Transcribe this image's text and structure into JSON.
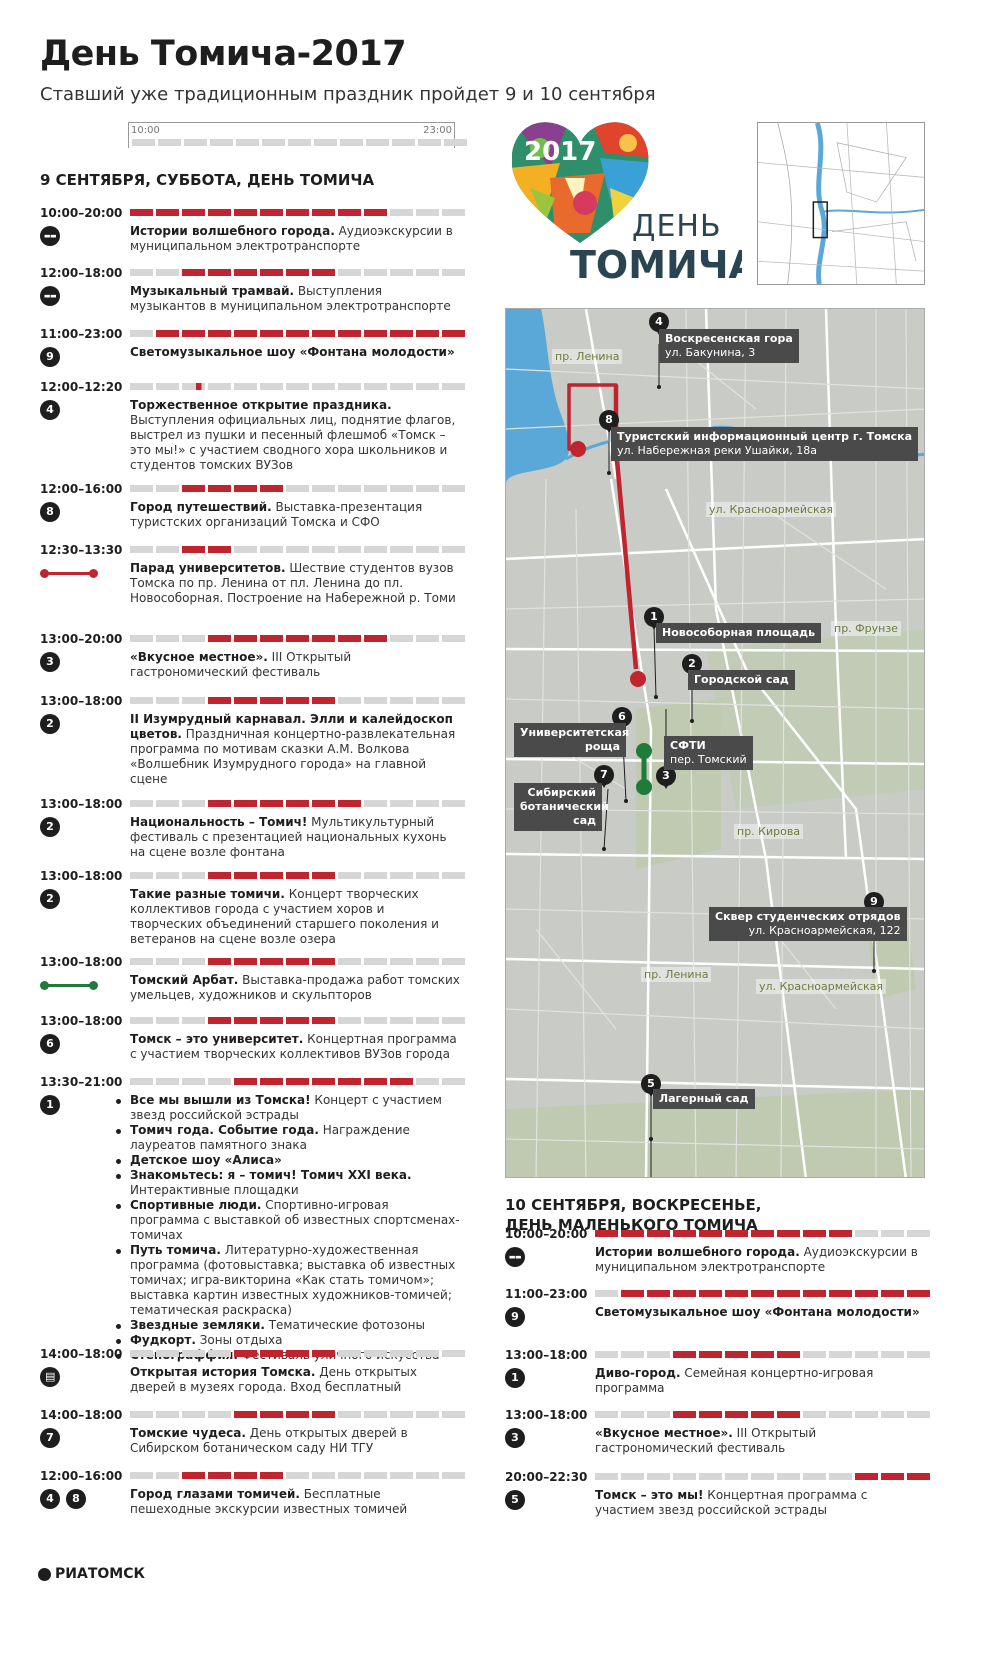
{
  "title": "День Томича-2017",
  "subtitle": "Ставший уже традиционным праздник пройдет 9 и 10 сентября",
  "timescale": {
    "start": "10:00",
    "end": "23:00"
  },
  "colors": {
    "active": "#c0242f",
    "inactive": "#d6d6d6",
    "route_red": "#c0242f",
    "route_green": "#1f7a3c"
  },
  "day1": {
    "title": "9 СЕНТЯБРЯ, СУББОТА, ДЕНЬ ТОМИЧА",
    "events": [
      {
        "time": "10:00–20:00",
        "active": [
          0,
          1,
          2,
          3,
          4,
          5,
          6,
          7,
          8,
          9
        ],
        "icons": [
          {
            "type": "bus",
            "label": "bus-icon"
          }
        ],
        "name": "Истории волшебного города.",
        "text": " Аудиоэкскурсии в муниципальном электротранспорте"
      },
      {
        "time": "12:00–18:00",
        "active": [
          2,
          3,
          4,
          5,
          6,
          7
        ],
        "icons": [
          {
            "type": "bus",
            "label": "bus-icon"
          }
        ],
        "name": "Музыкальный трамвай.",
        "text": " Выступления музыкантов в муниципальном электротранспорте"
      },
      {
        "time": "11:00–23:00",
        "active": [
          1,
          2,
          3,
          4,
          5,
          6,
          7,
          8,
          9,
          10,
          11,
          12
        ],
        "icons": [
          {
            "type": "num",
            "label": "9"
          }
        ],
        "name": "Светомузыкальное шоу «Фонтана молодости»",
        "text": ""
      },
      {
        "time": "12:00–12:20",
        "active": [
          2
        ],
        "partial": true,
        "icons": [
          {
            "type": "num",
            "label": "4"
          }
        ],
        "name": "Торжественное открытие праздника.",
        "text": " Выступления официальных лиц, поднятие флагов, выстрел из пушки и песенный флешмоб «Томск – это мы!» с участием сводного хора школьников и студентов томских ВУЗов"
      },
      {
        "time": "12:00–16:00",
        "active": [
          2,
          3,
          4,
          5
        ],
        "icons": [
          {
            "type": "num",
            "label": "8"
          }
        ],
        "name": "Город путешествий.",
        "text": " Выставка-презентация туристских организаций Томска и СФО"
      },
      {
        "time": "12:30–13:30",
        "active": [
          2,
          3
        ],
        "partial": true,
        "icons": [
          {
            "type": "route",
            "color": "red",
            "label": "red-route-icon"
          }
        ],
        "name": "Парад университетов.",
        "text": " Шествие студентов вузов Томска по пр. Ленина от пл. Ленина до пл. Новособорная. Построение на Набережной р. Томи"
      },
      {
        "time": "13:00–20:00",
        "active": [
          3,
          4,
          5,
          6,
          7,
          8,
          9
        ],
        "icons": [
          {
            "type": "num",
            "label": "3"
          }
        ],
        "name": "«Вкусное местное».",
        "text": " III Открытый гастрономический фестиваль"
      },
      {
        "time": "13:00–18:00",
        "active": [
          3,
          4,
          5,
          6,
          7
        ],
        "icons": [
          {
            "type": "num",
            "label": "2"
          }
        ],
        "name": "II Изумрудный карнавал. Элли и калейдоскоп цветов.",
        "text": " Праздничная концертно-развлекательная программа по мотивам сказки А.М. Волкова «Волшебник Изумрудного города» на главной сцене"
      },
      {
        "time": "13:00–18:00",
        "active": [
          3,
          4,
          5,
          6,
          7,
          8
        ],
        "icons": [
          {
            "type": "num",
            "label": "2"
          }
        ],
        "name": "Национальность – Томич!",
        "text": " Мультикультурный фестиваль с презентацией национальных кухонь на сцене возле фонтана"
      },
      {
        "time": "13:00–18:00",
        "active": [
          3,
          4,
          5,
          6,
          7
        ],
        "icons": [
          {
            "type": "num",
            "label": "2"
          }
        ],
        "name": "Такие разные томичи.",
        "text": " Концерт творческих коллективов города с участием хоров и творческих объединений старшего поколения и ветеранов на сцене возле озера"
      },
      {
        "time": "13:00–18:00",
        "active": [
          3,
          4,
          5,
          6,
          7
        ],
        "icons": [
          {
            "type": "route",
            "color": "green",
            "label": "green-route-icon"
          }
        ],
        "name": "Томский Арбат.",
        "text": " Выставка-продажа работ томских умельцев, художников и скульпторов"
      },
      {
        "time": "13:00–18:00",
        "active": [
          3,
          4,
          5,
          6,
          7
        ],
        "icons": [
          {
            "type": "num",
            "label": "6"
          }
        ],
        "name": "Томск – это университет.",
        "text": " Концертная программа с участием творческих коллективов ВУЗов города"
      },
      {
        "time": "13:30–21:00",
        "active": [
          4,
          5,
          6,
          7,
          8,
          9,
          10
        ],
        "icons": [
          {
            "type": "num",
            "label": "1"
          }
        ],
        "list": [
          {
            "name": "Все мы вышли из Томска!",
            "text": " Концерт с участием звезд российской эстрады"
          },
          {
            "name": "Томич года. Событие года.",
            "text": " Награждение лауреатов памятного знака"
          },
          {
            "name": "Детское шоу «Алиса»",
            "text": ""
          },
          {
            "name": "Знакомьтесь: я – томич! Томич XXI века.",
            "text": " Интерактивные площадки"
          },
          {
            "name": "Спортивные люди.",
            "text": " Спортивно-игровая программа с выставкой об известных спортсменах-томичах"
          },
          {
            "name": "Путь томича.",
            "text": " Литературно-художественная программа (фотовыставка; выставка об известных томичах; игра-викторина «Как стать томичом»; выставка картин известных художников-томичей; тематическая раскраска)"
          },
          {
            "name": "Звездные земляки.",
            "text": " Тематические фотозоны"
          },
          {
            "name": "Фудкорт.",
            "text": " Зоны отдыха"
          },
          {
            "name": "Стенограффия.",
            "text": " Фестиваль уличного искусства"
          }
        ]
      },
      {
        "time": "14:00–18:00",
        "active": [
          4,
          5,
          6,
          7
        ],
        "icons": [
          {
            "type": "museum",
            "label": "museum-icon"
          }
        ],
        "name": "Открытая история Томска.",
        "text": " День открытых дверей в музеях города. Вход бесплатный"
      },
      {
        "time": "14:00–18:00",
        "active": [
          4,
          5,
          6,
          7
        ],
        "icons": [
          {
            "type": "num",
            "label": "7"
          }
        ],
        "name": "Томские чудеса.",
        "text": " День открытых дверей в Сибирском ботаническом саду НИ ТГУ"
      },
      {
        "time": "12:00–16:00",
        "active": [
          2,
          3,
          4,
          5
        ],
        "icons": [
          {
            "type": "num",
            "label": "4"
          },
          {
            "type": "num",
            "label": "8"
          }
        ],
        "name": "Город глазами томичей.",
        "text": " Бесплатные пешеходные экскурсии известных томичей"
      }
    ]
  },
  "day2": {
    "title_line1": "10 СЕНТЯБРЯ, ВОСКРЕСЕНЬЕ,",
    "title_line2": "ДЕНЬ МАЛЕНЬКОГО ТОМИЧА",
    "events": [
      {
        "time": "10:00–20:00",
        "active": [
          0,
          1,
          2,
          3,
          4,
          5,
          6,
          7,
          8,
          9
        ],
        "icons": [
          {
            "type": "bus",
            "label": "bus-icon"
          }
        ],
        "name": "Истории волшебного города.",
        "text": " Аудиоэкскурсии в муниципальном электротранспорте"
      },
      {
        "time": "11:00–23:00",
        "active": [
          1,
          2,
          3,
          4,
          5,
          6,
          7,
          8,
          9,
          10,
          11,
          12
        ],
        "icons": [
          {
            "type": "num",
            "label": "9"
          }
        ],
        "name": "Светомузыкальное шоу «Фонтана молодости»",
        "text": ""
      },
      {
        "time": "13:00–18:00",
        "active": [
          3,
          4,
          5,
          6,
          7
        ],
        "icons": [
          {
            "type": "num",
            "label": "1"
          }
        ],
        "name": "Диво-город.",
        "text": " Семейная концертно-игровая программа"
      },
      {
        "time": "13:00–18:00",
        "active": [
          3,
          4,
          5,
          6,
          7
        ],
        "icons": [
          {
            "type": "num",
            "label": "3"
          }
        ],
        "name": "«Вкусное местное».",
        "text": " III Открытый гастрономический фестиваль"
      },
      {
        "time": "20:00–22:30",
        "active": [
          10,
          11,
          12
        ],
        "icons": [
          {
            "type": "num",
            "label": "5"
          }
        ],
        "name": "Томск – это мы!",
        "text": " Концертная программа с участием звезд российской эстрады"
      }
    ]
  },
  "logo": {
    "year": "2017",
    "word1": "ДЕНЬ",
    "word2": "ТОМИЧА"
  },
  "map": {
    "places": [
      {
        "num": "4",
        "name": "Воскресенская гора",
        "address": "ул. Бакунина, 3"
      },
      {
        "num": "8",
        "name": "Туристский информационный центр г. Томска",
        "address": "ул. Набережная реки Ушайки, 18а"
      },
      {
        "num": "1",
        "name": "Новособорная площадь",
        "address": ""
      },
      {
        "num": "2",
        "name": "Городской сад",
        "address": ""
      },
      {
        "num": "6",
        "name": "Университетская роща",
        "address": ""
      },
      {
        "num": "3",
        "name": "СФТИ",
        "address": "пер. Томский"
      },
      {
        "num": "7",
        "name": "Сибирский ботанический сад",
        "address": ""
      },
      {
        "num": "9",
        "name": "Сквер студенческих отрядов",
        "address": "ул. Красноармейская, 122"
      },
      {
        "num": "5",
        "name": "Лагерный сад",
        "address": ""
      }
    ],
    "streets": [
      "пр. Ленина",
      "ул. Красноармейская",
      "пр. Фрунзе",
      "пр. Кирова",
      "пр. Ленина",
      "ул. Красноармейская"
    ]
  },
  "footer": "РИАТОМСК"
}
